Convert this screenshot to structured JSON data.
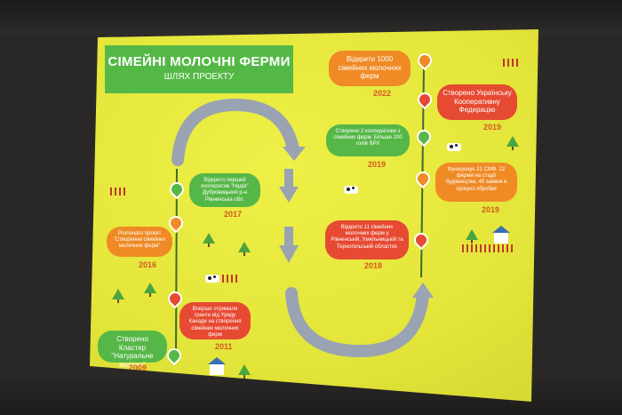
{
  "slide": {
    "title": "СІМЕЙНІ МОЛОЧНІ ФЕРМИ",
    "subtitle": "ШЛЯХ ПРОЕКТУ"
  },
  "milestones": [
    {
      "id": "2009",
      "year": "2009",
      "text": "Створено Кластер \"Натуральне молоко\"",
      "color": "#55b747"
    },
    {
      "id": "2011",
      "year": "2011",
      "text": "Вперше отримали гранти від Уряду Канади на створення сімейних молочних ферм",
      "color": "#e64a32"
    },
    {
      "id": "2016",
      "year": "2016",
      "text": "Розпочато проєкт \"Створення сімейних молочних ферм\"",
      "color": "#ef8a25"
    },
    {
      "id": "2017",
      "year": "2017",
      "text": "Відкрито перший кооператив \"Надія\" Дубровицький р-н Рівненська обл.",
      "color": "#55b747"
    },
    {
      "id": "2018",
      "year": "2018",
      "text": "Відкрито 11 сімейних молочних ферм у Рівненській, Хмельницькій та Тернопільській областях",
      "color": "#e64a32"
    },
    {
      "id": "2019a",
      "year": "2019",
      "text": "Створено 2 кооперативи з сімейних ферм. Більше 200 голів ВРХ",
      "color": "#55b747"
    },
    {
      "id": "2019b",
      "year": "2019",
      "text": "Функціонує 21 СМФ. 22 ферми на стадії будівництва, 40 заявок в процесі обробки",
      "color": "#ef8a25"
    },
    {
      "id": "2019c",
      "year": "2019",
      "text": "Створено Українську Кооперативну Федерацію",
      "color": "#e64a32"
    },
    {
      "id": "2022",
      "year": "2022",
      "text": "Відкрити 1000 сімейних молочних ферм",
      "color": "#ef8a25"
    }
  ],
  "colors": {
    "slide_bg": "#e3e53a",
    "title_bg": "#54b846",
    "green": "#55b747",
    "orange": "#ef8a25",
    "red": "#e64a32",
    "year_text": "#d6581e",
    "path": "#9aa3b2"
  },
  "icons": [
    "tree-icon",
    "cow-icon",
    "fence-icon",
    "house-icon",
    "map-pin-icon",
    "down-arrow-icon"
  ]
}
